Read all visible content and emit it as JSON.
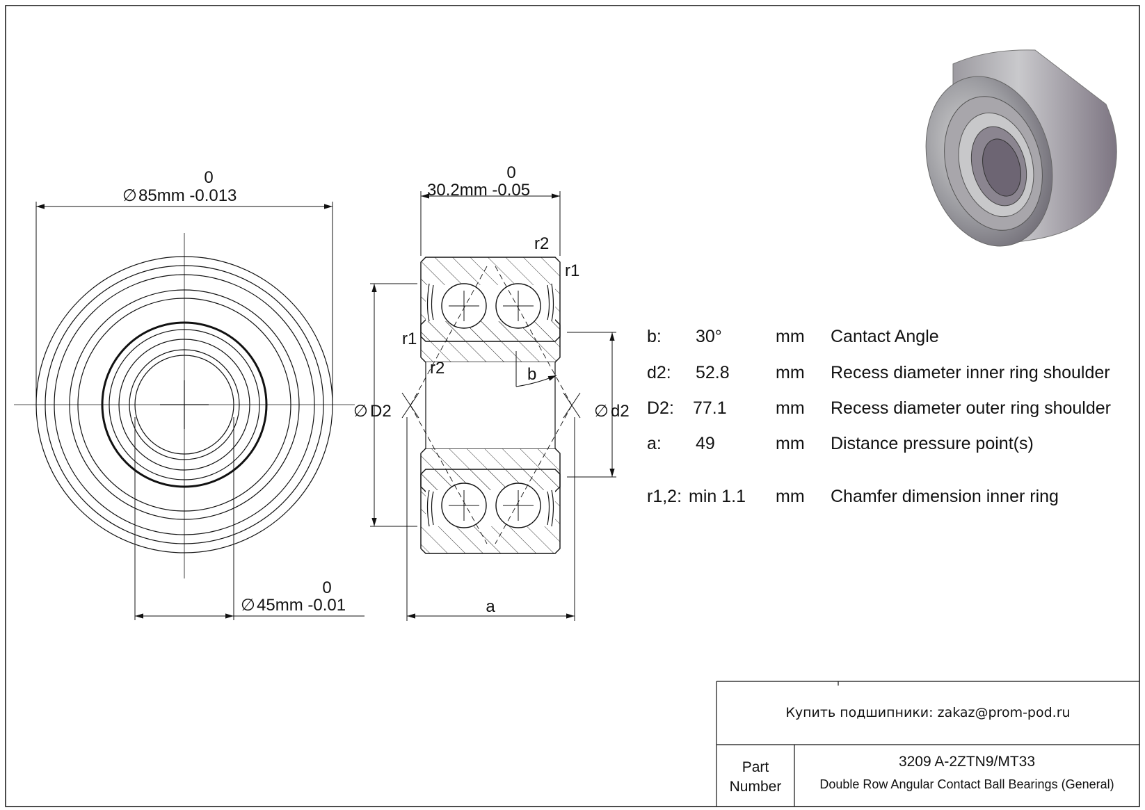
{
  "dimensions": {
    "outer_diameter": {
      "tol_upper": "0",
      "label": "85mm -0.013"
    },
    "width": {
      "tol_upper": "0",
      "label": "30.2mm -0.05"
    },
    "bore_diameter": {
      "tol_upper": "0",
      "label": "45mm -0.01"
    },
    "dim_a": "a",
    "dim_D2": "D2",
    "dim_d2": "d2",
    "r1": "r1",
    "r2": "r2",
    "b": "b"
  },
  "specs": [
    {
      "key": "b:",
      "value": "30°",
      "unit": "mm",
      "desc": "Cantact Angle"
    },
    {
      "key": "d2:",
      "value": "52.8",
      "unit": "mm",
      "desc": "Recess diameter inner ring shoulder"
    },
    {
      "key": "D2:",
      "value": "77.1",
      "unit": "mm",
      "desc": "Recess diameter outer ring shoulder"
    },
    {
      "key": "a:",
      "value": "49",
      "unit": "mm",
      "desc": "Distance pressure point(s)"
    },
    {
      "key": "r1,2:",
      "value": "min 1.1",
      "unit": "mm",
      "desc": "Chamfer dimension inner ring"
    }
  ],
  "title_block": {
    "contact": "Купить подшипники: zakaz@prom-pod.ru",
    "part_label_1": "Part",
    "part_label_2": "Number",
    "part_number": "3209 A-2ZTN9/MT33",
    "part_desc": "Double Row Angular Contact Ball Bearings (General)"
  },
  "colors": {
    "line": "#111111",
    "hatch": "#333333"
  }
}
